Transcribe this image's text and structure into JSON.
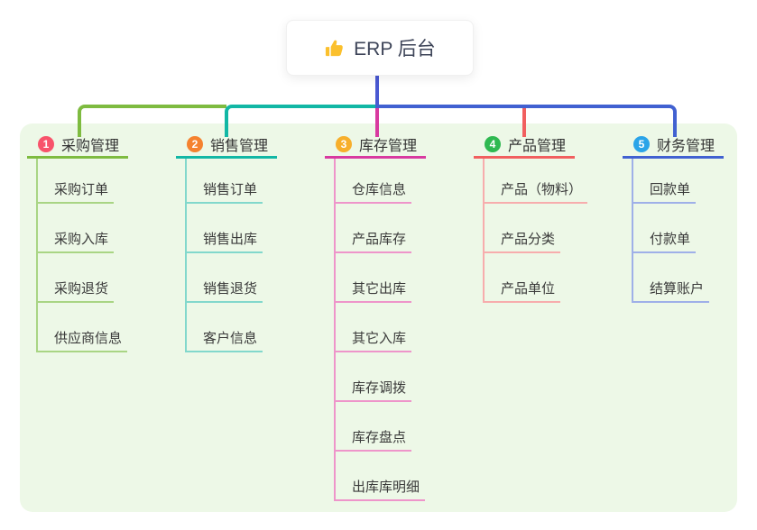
{
  "root": {
    "icon": "thumbs-up-icon",
    "label": "ERP 后台"
  },
  "colors": {
    "root_line": "#4a59d2",
    "panel_bg": "#edf8e7",
    "node_text": "#333333",
    "root_text": "#3d4458",
    "thumb_icon": "#fbc02d"
  },
  "branches": [
    {
      "num": "1",
      "label": "采购管理",
      "badge_color": "#f8536b",
      "line_color": "#7ebb40",
      "child_line_color": "#a9d584",
      "children": [
        "采购订单",
        "采购入库",
        "采购退货",
        "供应商信息"
      ]
    },
    {
      "num": "2",
      "label": "销售管理",
      "badge_color": "#f5822f",
      "line_color": "#12b7a5",
      "child_line_color": "#82d8cc",
      "children": [
        "销售订单",
        "销售出库",
        "销售退货",
        "客户信息"
      ]
    },
    {
      "num": "3",
      "label": "库存管理",
      "badge_color": "#f7af2b",
      "line_color": "#d83aa0",
      "child_line_color": "#ee95ca",
      "children": [
        "仓库信息",
        "产品库存",
        "其它出库",
        "其它入库",
        "库存调拨",
        "库存盘点",
        "出库库明细"
      ]
    },
    {
      "num": "4",
      "label": "产品管理",
      "badge_color": "#2fb951",
      "line_color": "#f15f5f",
      "child_line_color": "#f7adad",
      "children": [
        "产品（物料）",
        "产品分类",
        "产品单位"
      ]
    },
    {
      "num": "5",
      "label": "财务管理",
      "badge_color": "#2ba4e8",
      "line_color": "#4161d1",
      "child_line_color": "#9fb0e8",
      "children": [
        "回款单",
        "付款单",
        "结算账户"
      ]
    }
  ]
}
